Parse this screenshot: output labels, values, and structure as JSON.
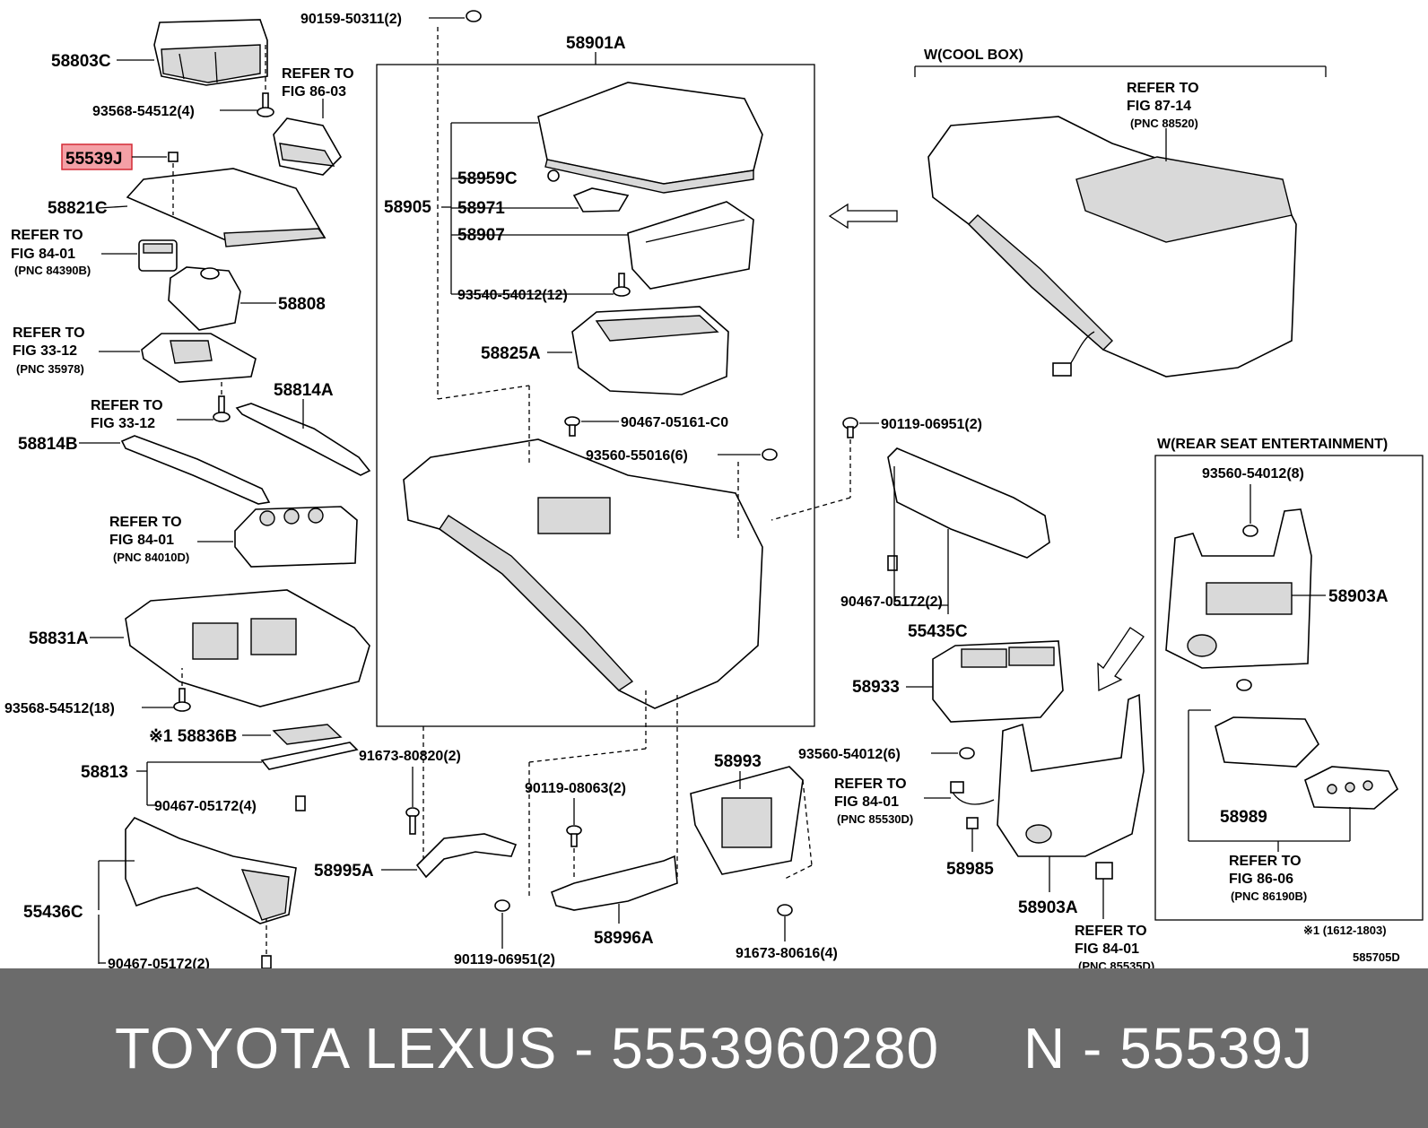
{
  "labels": {
    "l_58803C": "58803C",
    "l_90159": "90159-50311(2)",
    "l_58901A": "58901A",
    "l_wcool": "W(COOL BOX)",
    "l_refer_86_03a": "REFER TO",
    "l_refer_86_03b": "FIG 86-03",
    "l_93568_4": "93568-54512(4)",
    "l_55539J": "55539J",
    "l_58821C": "58821C",
    "l_refer_84_01a": "REFER TO",
    "l_refer_84_01b": "FIG 84-01",
    "l_pnc_84390B": "(PNC 84390B)",
    "l_58808": "58808",
    "l_refer_33_12a": "REFER TO",
    "l_refer_33_12b": "FIG 33-12",
    "l_pnc_35978": "(PNC 35978)",
    "l_refer_33_12c": "REFER TO",
    "l_refer_33_12d": "FIG 33-12",
    "l_58814A": "58814A",
    "l_58814B": "58814B",
    "l_refer_84_01c": "REFER TO",
    "l_refer_84_01d": "FIG 84-01",
    "l_pnc_84010D": "(PNC 84010D)",
    "l_58831A": "58831A",
    "l_93568_18": "93568-54512(18)",
    "l_58836B": "※1 58836B",
    "l_58813": "58813",
    "l_90467_4": "90467-05172(4)",
    "l_55436C": "55436C",
    "l_90467_2a": "90467-05172(2)",
    "l_58959C": "58959C",
    "l_58905": "58905",
    "l_58971": "58971",
    "l_58907": "58907",
    "l_93540": "93540-54012(12)",
    "l_58825A": "58825A",
    "l_90467_C0": "90467-05161-C0",
    "l_93560_6a": "93560-55016(6)",
    "l_refer_87_14a": "REFER TO",
    "l_refer_87_14b": "FIG 87-14",
    "l_pnc_88520": "(PNC 88520)",
    "l_90119_2": "90119-06951(2)",
    "l_90467_2b": "90467-05172(2)",
    "l_55435C": "55435C",
    "l_58933": "58933",
    "l_wrear": "W(REAR SEAT ENTERTAINMENT)",
    "l_93560_8": "93560-54012(8)",
    "l_58903A_r": "58903A",
    "l_58989": "58989",
    "l_refer_86_06a": "REFER TO",
    "l_refer_86_06b": "FIG 86-06",
    "l_pnc_86190B": "(PNC 86190B)",
    "l_note": "※1 (1612-1803)",
    "l_91673_80820": "91673-80820(2)",
    "l_90119_08063": "90119-08063(2)",
    "l_58993": "58993",
    "l_93560_6b": "93560-54012(6)",
    "l_refer_84_01e": "REFER TO",
    "l_refer_84_01f": "FIG 84-01",
    "l_pnc_85530D": "(PNC 85530D)",
    "l_58985": "58985",
    "l_58903A_b": "58903A",
    "l_58995A": "58995A",
    "l_58996A": "58996A",
    "l_90119_06951_b": "90119-06951(2)",
    "l_91673_80616": "91673-80616(4)",
    "l_refer_84_01g": "REFER TO",
    "l_refer_84_01h": "FIG 84-01",
    "l_pnc_85535D": "(PNC 85535D)",
    "l_code": "585705D"
  },
  "highlight": {
    "part": "55539J",
    "color": "#f4a0a6"
  },
  "footer": {
    "text": "TOYOTA LEXUS - 5553960280     N - 55539J"
  }
}
